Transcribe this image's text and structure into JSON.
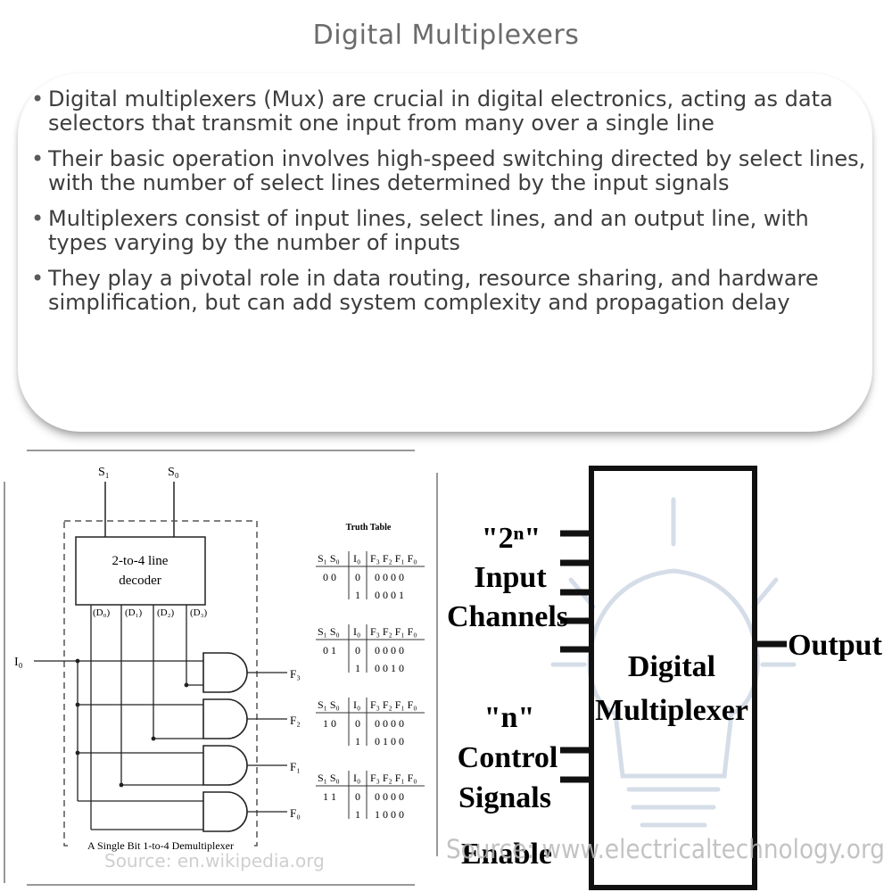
{
  "title": "Digital Multiplexers",
  "bullets": [
    "Digital multiplexers (Mux) are crucial in digital electronics, acting as data selectors that transmit one input from many over a single line",
    "Their basic operation involves high-speed switching directed by select lines, with the number of select lines determined by the input signals",
    "Multiplexers consist of input lines, select lines, and an output line, with types varying by the number of inputs",
    "They play a pivotal role in data routing, resource sharing, and hardware simplification, but can add system complexity and propagation delay"
  ],
  "left_figure": {
    "s1": "S₁",
    "s0": "S₀",
    "decoder_line1": "2-to-4 line",
    "decoder_line2": "decoder",
    "d_labels": [
      "(D₀)",
      "(D₁)",
      "(D₂)",
      "(D₃)"
    ],
    "input": "I₀",
    "outputs": [
      "F₃",
      "F₂",
      "F₁",
      "F₀"
    ],
    "caption": "A Single Bit 1-to-4 Demultiplexer",
    "source": "Source: en.wikipedia.org",
    "truth_table": {
      "title": "Truth Table",
      "head_left": "S₁ S₀",
      "head_mid": "I₀",
      "head_right": "F₃ F₂ F₁ F₀",
      "blocks": [
        {
          "sel": "0  0",
          "rows": [
            {
              "i": "0",
              "f": "0 0 0 0"
            },
            {
              "i": "1",
              "f": "0 0 0 1"
            }
          ]
        },
        {
          "sel": "0  1",
          "rows": [
            {
              "i": "0",
              "f": "0 0 0 0"
            },
            {
              "i": "1",
              "f": "0 0 1 0"
            }
          ]
        },
        {
          "sel": "1  0",
          "rows": [
            {
              "i": "0",
              "f": "0 0 0 0"
            },
            {
              "i": "1",
              "f": "0 1 0 0"
            }
          ]
        },
        {
          "sel": "1  1",
          "rows": [
            {
              "i": "0",
              "f": "0 0 0 0"
            },
            {
              "i": "1",
              "f": "1 0 0 0"
            }
          ]
        }
      ]
    }
  },
  "right_figure": {
    "inputs_line1": "\"2ⁿ\"",
    "inputs_line2": "Input",
    "inputs_line3": "Channels",
    "control_line1": "\"n\"",
    "control_line2": "Control",
    "control_line3": "Signals",
    "enable": "Enable",
    "box_line1": "Digital",
    "box_line2": "Multiplexer",
    "output": "Output",
    "watermark": "Source: www.electricaltechnology.org"
  }
}
